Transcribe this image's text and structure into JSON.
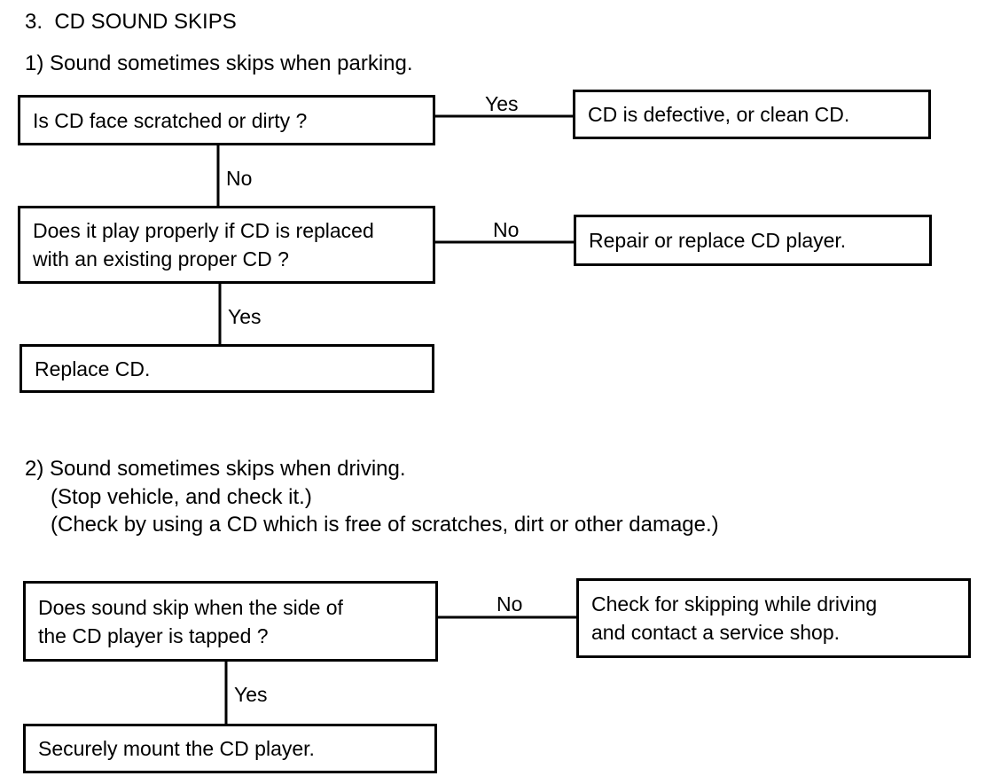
{
  "title": "3.  CD SOUND SKIPS",
  "section1": {
    "heading": "1) Sound sometimes skips when parking.",
    "q1": "Is CD face scratched or dirty ?",
    "q1_yes_label": "Yes",
    "q1_yes_result": "CD is defective, or clean CD.",
    "q1_no_label": "No",
    "q2": "Does it play properly if CD is replaced\nwith an existing proper CD ?",
    "q2_no_label": "No",
    "q2_no_result": "Repair or replace CD player.",
    "q2_yes_label": "Yes",
    "q2_yes_result": "Replace CD."
  },
  "section2": {
    "heading": "2) Sound sometimes skips when driving.",
    "note1": "(Stop vehicle, and check it.)",
    "note2": "(Check by using a CD which is free of scratches, dirt or other damage.)",
    "q1": "Does sound skip when the side of\nthe CD player is tapped ?",
    "q1_no_label": "No",
    "q1_no_result": "Check for skipping while driving\nand contact a service shop.",
    "q1_yes_label": "Yes",
    "q1_yes_result": "Securely mount the CD player."
  }
}
